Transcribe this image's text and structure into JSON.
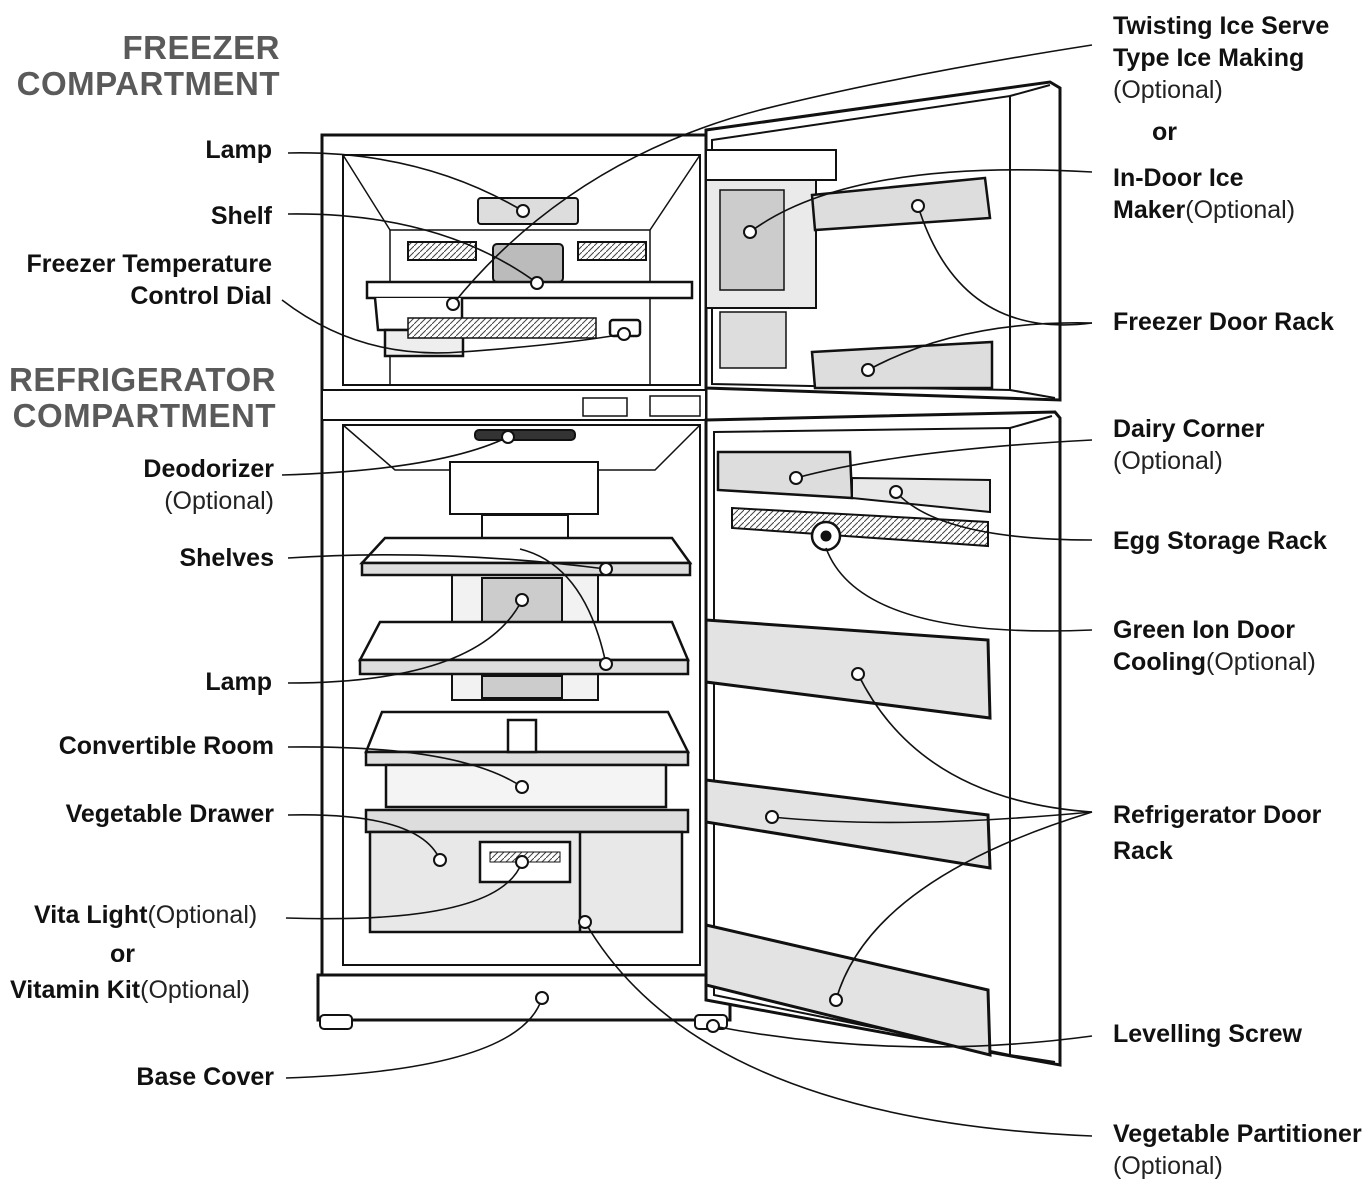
{
  "sections": {
    "freezer": {
      "line1": "FREEZER",
      "line2": "COMPARTMENT"
    },
    "refrigerator": {
      "line1": "REFRIGERATOR",
      "line2": "COMPARTMENT"
    }
  },
  "left_labels": {
    "lamp_top": "Lamp",
    "shelf": "Shelf",
    "freezer_dial_1": "Freezer Temperature",
    "freezer_dial_2": "Control Dial",
    "deodorizer": "Deodorizer",
    "deodorizer_opt": "(Optional)",
    "shelves": "Shelves",
    "lamp_bottom": "Lamp",
    "convertible_room": "Convertible Room",
    "vegetable_drawer": "Vegetable Drawer",
    "vita_light": "Vita Light",
    "vita_light_opt": "(Optional)",
    "or_1": "or",
    "vitamin_kit": "Vitamin Kit",
    "vitamin_kit_opt": "(Optional)",
    "base_cover": "Base Cover"
  },
  "right_labels": {
    "twisting_1": "Twisting Ice Serve",
    "twisting_2": "Type Ice Making",
    "twisting_opt": "(Optional)",
    "or_2": "or",
    "indoor_1": "In-Door Ice",
    "indoor_2": "Maker",
    "indoor_opt": "(Optional)",
    "freezer_door_rack": "Freezer Door Rack",
    "dairy_corner": "Dairy Corner",
    "dairy_corner_opt": "(Optional)",
    "egg_storage": "Egg Storage Rack",
    "green_ion_1": "Green Ion Door",
    "green_ion_2": "Cooling",
    "green_ion_opt": "(Optional)",
    "fridge_door_rack_1": "Refrigerator Door",
    "fridge_door_rack_2": "Rack",
    "levelling_screw": "Levelling Screw",
    "veg_partitioner": "Vegetable Partitioner",
    "veg_partitioner_opt": "(Optional)"
  },
  "colors": {
    "section_heading": "#5a5a5a",
    "ink": "#111111"
  }
}
